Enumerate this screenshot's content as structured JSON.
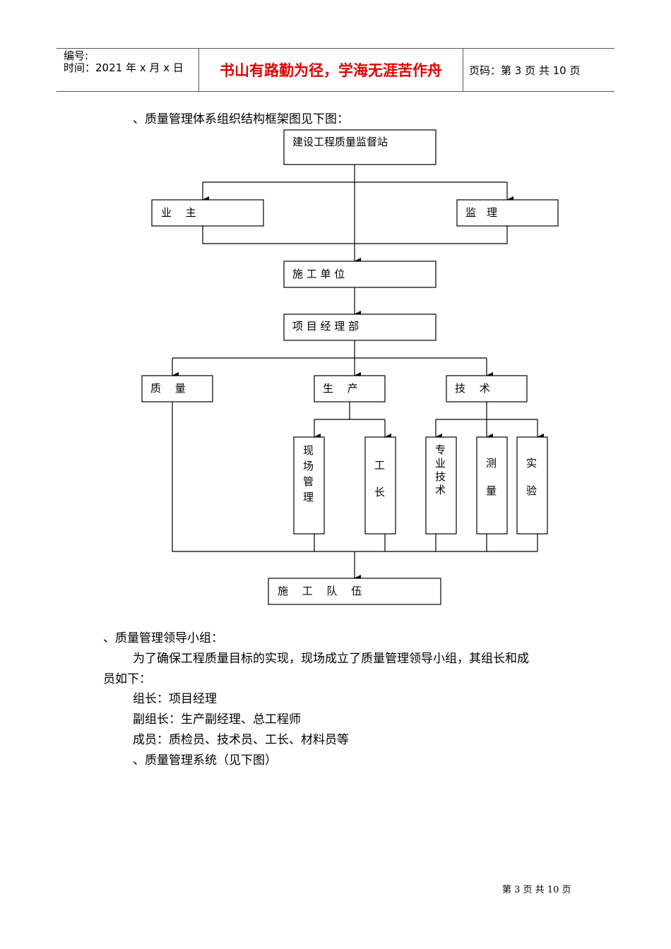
{
  "header": {
    "number_label": "编号:",
    "time_label": "时间：2021 年 x 月 x 日",
    "motto": "书山有路勤为径，学海无涯苦作舟",
    "page_info": "页码：第 3 页 共 10 页"
  },
  "section1_title": "、质量管理体系组织结构框架图见下图：",
  "org": {
    "top": "建设工程质量监督站",
    "owner": "业　 主",
    "supervisor": "监　理",
    "contractor": "施 工 单 位",
    "pm_dept": "项 目 经 理 部",
    "quality": "质　 量",
    "production": "生　 产",
    "technology": "技　 术",
    "site_mgmt": [
      "现",
      "场",
      "管",
      "理"
    ],
    "foreman": [
      "工",
      "长"
    ],
    "specialty": [
      "专",
      "业",
      "技",
      "术"
    ],
    "survey": [
      "测",
      "量"
    ],
    "test": [
      "实",
      "验"
    ],
    "team": "施　 工　 队　 伍"
  },
  "section2_title": "、质量管理领导小组：",
  "para": [
    "为了确保工程质量目标的实现，现场成立了质量管理领导小组，其组长和成",
    "员如下："
  ],
  "members": [
    "组长：项目经理",
    "副组长：生产副经理、总工程师",
    "成员：质检员、技术员、工长、材料员等"
  ],
  "section3_title": "、质量管理系统（见下图）",
  "footer": "第 3 页 共 10 页"
}
